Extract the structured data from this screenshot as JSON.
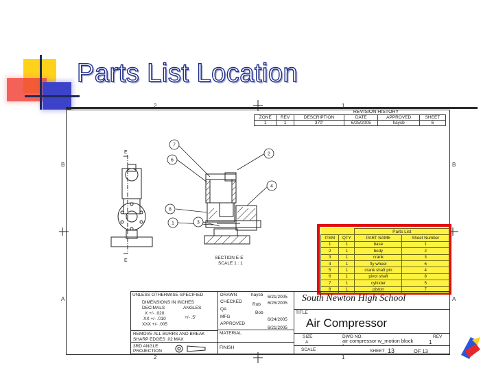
{
  "slide": {
    "title": "Parts List Location"
  },
  "sheet": {
    "zones": {
      "top_2": "2",
      "top_1": "1",
      "bottom_2": "2",
      "bottom_1": "1",
      "left_b": "B",
      "left_a": "A",
      "right_b": "B",
      "right_a": "A"
    },
    "callouts": [
      "7",
      "6",
      "2",
      "4",
      "8",
      "1",
      "3"
    ],
    "section_labels": [
      "E",
      "E"
    ],
    "section_view": {
      "line1": "SECTION E-E",
      "line2": "SCALE 1 : 1"
    }
  },
  "revision_history": {
    "title": "REVISION HISTORY",
    "headers": [
      "ZONE",
      "REV",
      "DESCRIPTION",
      "DATE",
      "APPROVED",
      "SHEET"
    ],
    "rows": [
      [
        "1",
        "1",
        "370'",
        "6/25/2005",
        "haysb",
        "6"
      ]
    ]
  },
  "parts_list": {
    "title": "Parts List",
    "headers": [
      "ITEM",
      "QTY",
      "PART NAME",
      "Sheet Number"
    ],
    "rows": [
      [
        "1",
        "1",
        "base",
        "1"
      ],
      [
        "2",
        "1",
        "body",
        "2"
      ],
      [
        "3",
        "1",
        "crank",
        "3"
      ],
      [
        "4",
        "1",
        "fly wheel",
        "6"
      ],
      [
        "5",
        "1",
        "crank shaft pin",
        "4"
      ],
      [
        "6",
        "1",
        "pivot shaft",
        "8"
      ],
      [
        "7",
        "1",
        "cylinder",
        "5"
      ],
      [
        "8",
        "1",
        "piston",
        "7"
      ]
    ]
  },
  "title_block": {
    "tolerances": {
      "heading": "UNLESS OTHERWISE SPECIFIED",
      "dims": "DIMENSIONS IN INCHES",
      "decimals": "DECIMALS",
      "angles": "ANGLES",
      "x": "X +/- .020",
      "xx": "XX +/- .010",
      "xxx": "XXX +/- .005",
      "angle_tol": "+/- .5'"
    },
    "remove_burrs": "REMOVE ALL BURRS AND BREAK",
    "sharp_edges": "SHARP EDGES .02 MAX",
    "projection": "3RD ANGLE PROJECTION",
    "signoffs": [
      {
        "label": "DRAWN",
        "name": "haysb",
        "date": "6/21/2005"
      },
      {
        "label": "CHECKED",
        "name": "Rob",
        "date": "6/25/2005"
      },
      {
        "label": "QA",
        "name": "Bob",
        "date": ""
      },
      {
        "label": "MFG",
        "name": "",
        "date": "6/24/2005"
      },
      {
        "label": "APPROVED",
        "name": "",
        "date": "6/21/2005"
      }
    ],
    "material": "MATERIAL",
    "finish": "FINISH",
    "school": "South Newton High School",
    "title_label": "TITLE",
    "drawing_title": "Air Compressor",
    "size_label": "SIZE",
    "size": "A",
    "dwg_no_label": "DWG NO.",
    "dwg_no": "air compressor w_motion block fam",
    "rev_label": "REV",
    "rev": "1",
    "scale_label": "SCALE",
    "sheet_label": "SHEET",
    "sheet": "13",
    "of": "OF 13"
  },
  "colors": {
    "highlight_border": "#e30c0c",
    "parts_fill": "#fff23e",
    "title_stroke": "#1f2e8a"
  }
}
